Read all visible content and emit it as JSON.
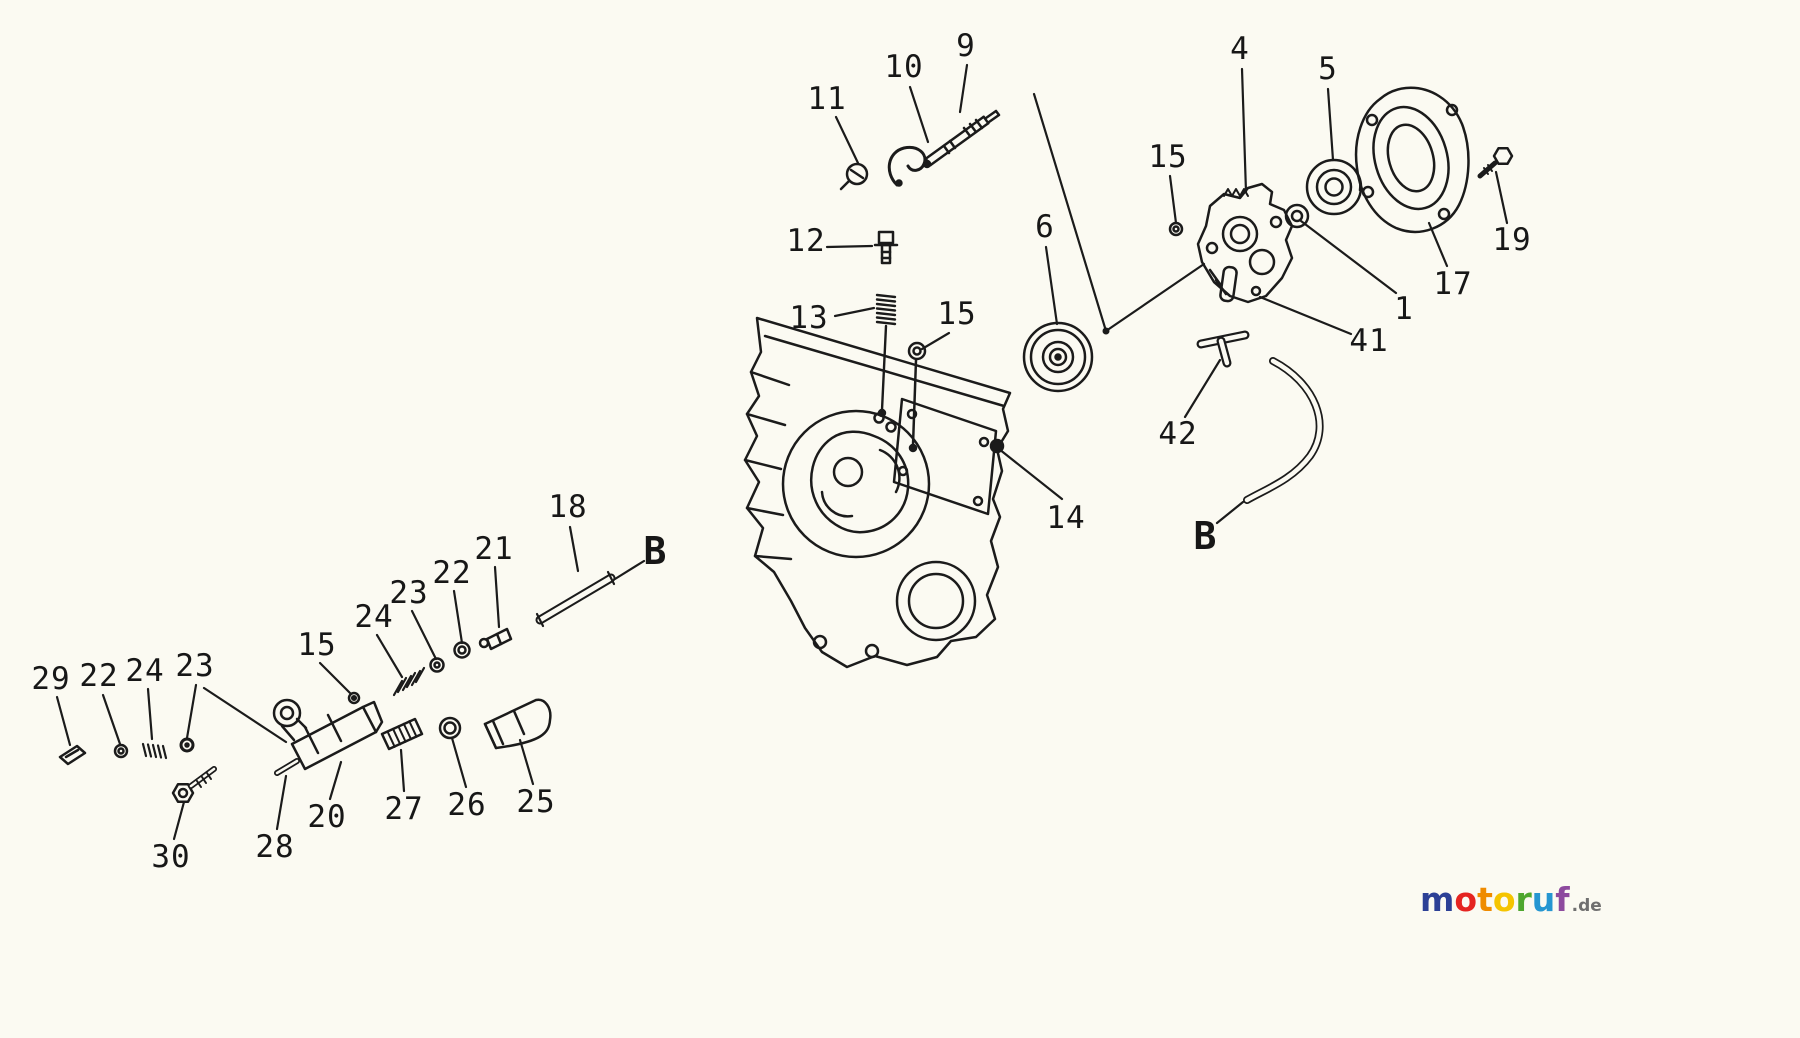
{
  "page": {
    "background_color": "#fbfaf2",
    "ink_color": "#1b1b1b"
  },
  "diagram": {
    "part_labels": [
      {
        "text": "11"
      },
      {
        "text": "10"
      },
      {
        "text": "9"
      },
      {
        "text": "4"
      },
      {
        "text": "5"
      },
      {
        "text": "15"
      },
      {
        "text": "19"
      },
      {
        "text": "17"
      },
      {
        "text": "1"
      },
      {
        "text": "41"
      },
      {
        "text": "12"
      },
      {
        "text": "6"
      },
      {
        "text": "13"
      },
      {
        "text": "15"
      },
      {
        "text": "42"
      },
      {
        "text": "14"
      },
      {
        "text": "18"
      },
      {
        "text": "21"
      },
      {
        "text": "22"
      },
      {
        "text": "23"
      },
      {
        "text": "24"
      },
      {
        "text": "15"
      },
      {
        "text": "29"
      },
      {
        "text": "22"
      },
      {
        "text": "24"
      },
      {
        "text": "23"
      },
      {
        "text": "20"
      },
      {
        "text": "27"
      },
      {
        "text": "26"
      },
      {
        "text": "25"
      },
      {
        "text": "28"
      },
      {
        "text": "30"
      }
    ],
    "section_letters": [
      {
        "text": "B"
      },
      {
        "text": "B"
      }
    ]
  },
  "watermark": {
    "letters": [
      {
        "char": "m",
        "color": "#2c4096"
      },
      {
        "char": "o",
        "color": "#e52421"
      },
      {
        "char": "t",
        "color": "#ef8b00"
      },
      {
        "char": "o",
        "color": "#f5c400"
      },
      {
        "char": "r",
        "color": "#4ea72e"
      },
      {
        "char": "u",
        "color": "#2596d1"
      },
      {
        "char": "f",
        "color": "#8d4a9e"
      }
    ],
    "suffix": ".de",
    "suffix_color": "#6f6f6f"
  }
}
